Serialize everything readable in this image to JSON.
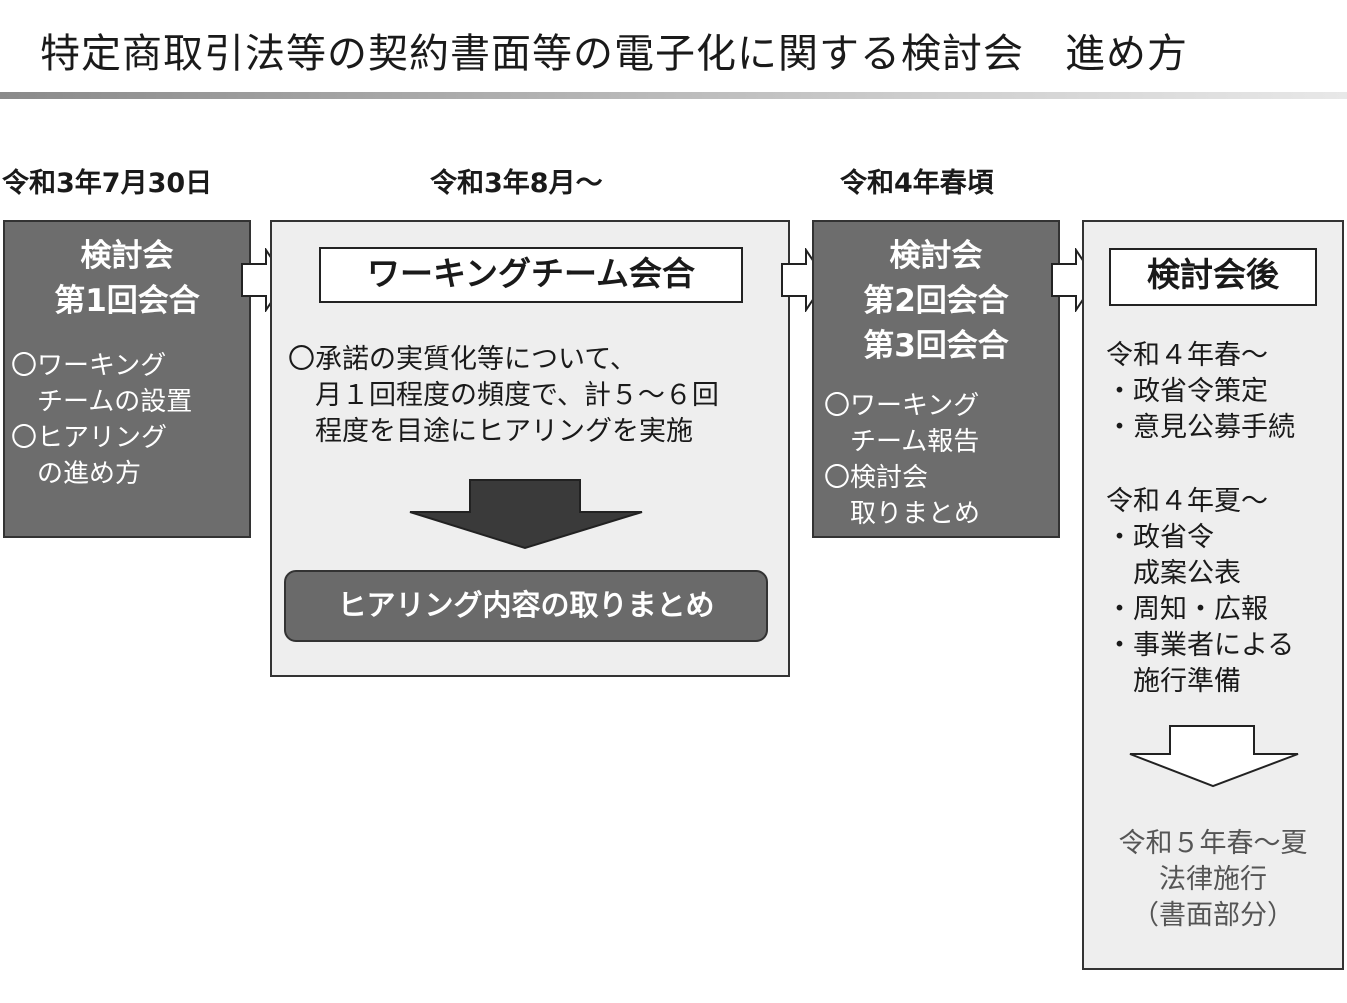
{
  "title": "特定商取引法等の契約書面等の電子化に関する検討会　進め方",
  "dates": {
    "d1": "令和3年7月30日",
    "d2": "令和3年8月～",
    "d3": "令和4年春頃"
  },
  "stage1": {
    "title": "検討会\n第1回会合",
    "body": "〇ワーキング\n　チームの設置\n〇ヒアリング\n　の進め方"
  },
  "stage2": {
    "header": "ワーキングチーム会合",
    "body": "〇承諾の実質化等について、\n　月１回程度の頻度で、計５～６回\n　程度を目途にヒアリングを実施",
    "result": "ヒアリング内容の取りまとめ"
  },
  "stage3": {
    "title": "検討会\n第2回会合\n第3回会合",
    "body": "〇ワーキング\n　チーム報告\n〇検討会\n　取りまとめ"
  },
  "stage4": {
    "header": "検討会後",
    "spring": "令和４年春～\n・政省令策定\n・意見公募手続",
    "summer": "令和４年夏～\n・政省令\n　成案公表\n・周知・広報\n・事業者による\n　施行準備",
    "final": "令和５年春～夏\n法律施行\n（書面部分）"
  },
  "colors": {
    "dark_box": "#6d6d6d",
    "light_box": "#eeeeee",
    "arrow_dark": "#3a3a3a"
  }
}
